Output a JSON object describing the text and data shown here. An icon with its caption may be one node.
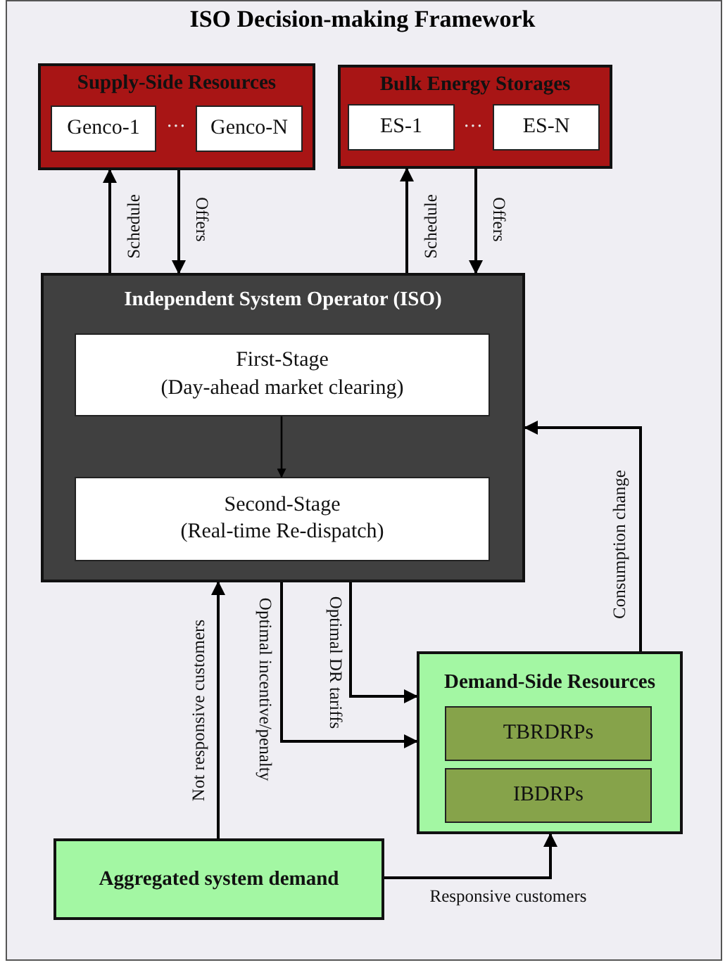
{
  "diagram": {
    "title": "ISO Decision-making Framework",
    "nodes": [
      {
        "text": [
          "Supply-Side Resources"
        ]
      },
      {
        "text": [
          "Genco-1"
        ],
        "in": 0
      },
      {
        "text": [
          "Genco-N"
        ],
        "in": 0
      },
      {
        "text": [
          "Bulk Energy Storages"
        ]
      },
      {
        "text": [
          "ES-1"
        ],
        "in": 3
      },
      {
        "text": [
          "ES-N"
        ],
        "in": 3
      },
      {
        "text": [
          "Independent System Operator (ISO)"
        ]
      },
      {
        "text": [
          "First-Stage",
          "(Day-ahead market clearing)"
        ],
        "in": 6
      },
      {
        "text": [
          "Second-Stage",
          "(Real-time Re-dispatch)"
        ],
        "in": 6
      },
      {
        "text": [
          "Demand-Side Resources"
        ]
      },
      {
        "text": [
          "TBRDRPs"
        ],
        "in": 9
      },
      {
        "text": [
          "IBDRPs"
        ],
        "in": 9
      },
      {
        "text": [
          "Aggregated system demand"
        ]
      }
    ],
    "edges": [
      {
        "from": 6,
        "to": 0,
        "arrow": "to",
        "label": "Schedule"
      },
      {
        "from": 0,
        "to": 6,
        "arrow": "to",
        "label": "Offers"
      },
      {
        "from": 6,
        "to": 3,
        "arrow": "to",
        "label": "Schedule"
      },
      {
        "from": 3,
        "to": 6,
        "arrow": "to",
        "label": "Offers"
      },
      {
        "from": 7,
        "to": 8,
        "arrow": "to"
      },
      {
        "from": 6,
        "to": 9,
        "arrow": "to",
        "label": "Optimal DR tariffs"
      },
      {
        "from": 6,
        "to": 9,
        "arrow": "to",
        "label": "Optimal incentive/penalty"
      },
      {
        "from": 9,
        "to": 6,
        "arrow": "to",
        "label": "Consumption change"
      },
      {
        "from": 12,
        "to": 6,
        "arrow": "to",
        "label": "Not responsive customers"
      },
      {
        "from": 12,
        "to": 9,
        "arrow": "to",
        "label": "Responsive customers"
      }
    ],
    "labels": [
      "···",
      "···"
    ]
  }
}
